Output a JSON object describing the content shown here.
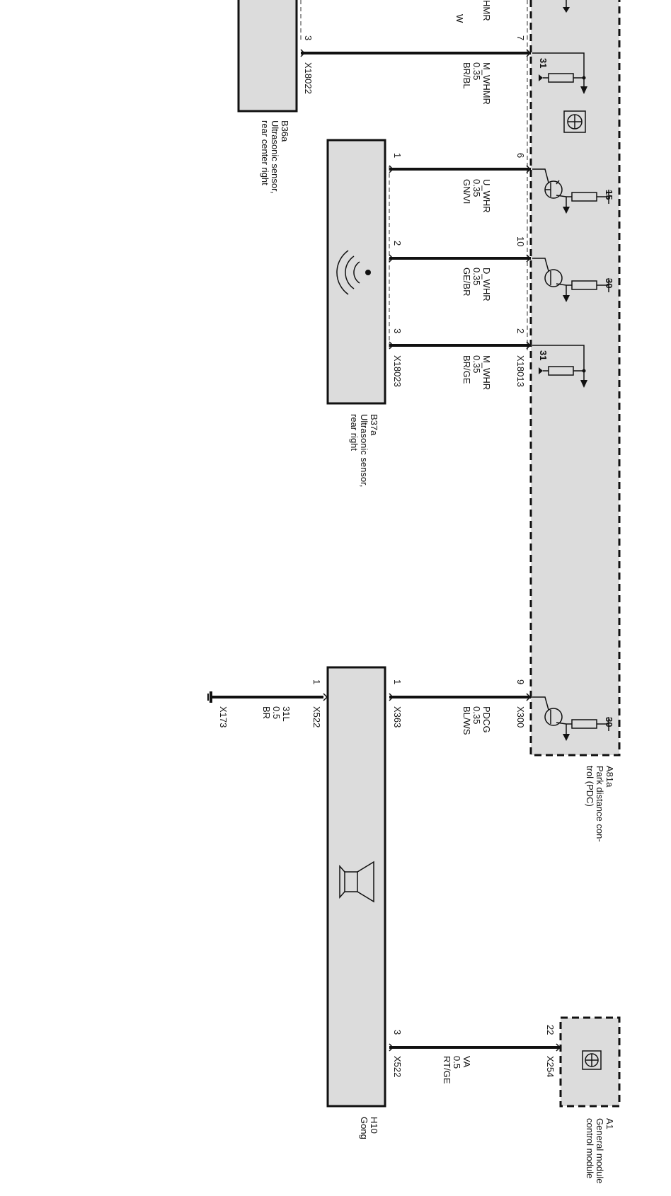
{
  "components": {
    "a81a": {
      "id": "A81a",
      "line1": "Park distance con-",
      "line2": "trol (PDC)"
    },
    "a1": {
      "id": "A1",
      "line1": "General module",
      "line2": "control module"
    },
    "b36a": {
      "id": "B36a",
      "line1": "Ultrasonic sensor,",
      "line2": "rear center right"
    },
    "b37a": {
      "id": "B37a",
      "line1": "Ultrasonic sensor,",
      "line2": "rear right"
    },
    "h10": {
      "id": "H10",
      "line1": "Gong"
    }
  },
  "connectors": {
    "x18022": "X18022",
    "x18013": "X18013",
    "x18023": "X18023",
    "x300": "X300",
    "x363": "X363",
    "x522a": "X522",
    "x522b": "X522",
    "x173": "X173",
    "x254": "X254"
  },
  "wires": {
    "top_partial": {
      "signal": "HMR",
      "extra": "W"
    },
    "w_m_whmr": {
      "signal": "M_WHMR",
      "gauge": "0.35",
      "color": "BR/BL",
      "pin_module": "7",
      "pin_device": "3"
    },
    "w_u_whr": {
      "signal": "U_WHR",
      "gauge": "0.35",
      "color": "GN/VI",
      "pin_module": "6",
      "pin_device": "1"
    },
    "w_d_whr": {
      "signal": "D_WHR",
      "gauge": "0.35",
      "color": "GE/BR",
      "pin_module": "10",
      "pin_device": "2"
    },
    "w_m_whr": {
      "signal": "M_WHR",
      "gauge": "0.35",
      "color": "BR/GE",
      "pin_module": "2",
      "pin_device": "3"
    },
    "w_pdcg": {
      "signal": "PDCG",
      "gauge": "0.35",
      "color": "BL/WS",
      "pin_module": "9",
      "pin_device": "1"
    },
    "w_31l": {
      "signal": "31L",
      "gauge": "0.5",
      "color": "BR",
      "pin_device": "1"
    },
    "w_va": {
      "signal": "VA",
      "gauge": "0.5",
      "color": "RT/GE",
      "pin_module": "22",
      "pin_device": "3"
    }
  },
  "terminals": {
    "t31a": "31",
    "t15": "15",
    "t30a": "30",
    "t31b": "31",
    "t30b": "30"
  }
}
